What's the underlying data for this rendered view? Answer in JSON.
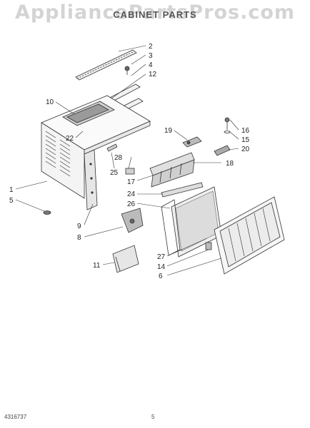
{
  "header": {
    "watermark": "AppliancePartsPros.com",
    "title": "CABINET PARTS",
    "subtitle": ""
  },
  "callouts": [
    {
      "id": "callout-2",
      "label": "2"
    },
    {
      "id": "callout-3",
      "label": "3"
    },
    {
      "id": "callout-4",
      "label": "4"
    },
    {
      "id": "callout-12",
      "label": "12"
    },
    {
      "id": "callout-10",
      "label": "10"
    },
    {
      "id": "callout-22",
      "label": "22"
    },
    {
      "id": "callout-19",
      "label": "19"
    },
    {
      "id": "callout-16",
      "label": "16"
    },
    {
      "id": "callout-15",
      "label": "15"
    },
    {
      "id": "callout-20",
      "label": "20"
    },
    {
      "id": "callout-28",
      "label": "28"
    },
    {
      "id": "callout-25",
      "label": "25"
    },
    {
      "id": "callout-18",
      "label": "18"
    },
    {
      "id": "callout-17",
      "label": "17"
    },
    {
      "id": "callout-24",
      "label": "24"
    },
    {
      "id": "callout-26",
      "label": "26"
    },
    {
      "id": "callout-1",
      "label": "1"
    },
    {
      "id": "callout-5",
      "label": "5"
    },
    {
      "id": "callout-9",
      "label": "9"
    },
    {
      "id": "callout-8",
      "label": "8"
    },
    {
      "id": "callout-11",
      "label": "11"
    },
    {
      "id": "callout-27",
      "label": "27"
    },
    {
      "id": "callout-14",
      "label": "14"
    },
    {
      "id": "callout-6",
      "label": "6"
    }
  ],
  "footer": {
    "part_number": "4316737",
    "page_number": "5"
  },
  "colors": {
    "line": "#333333",
    "watermark": "#d4d4d4"
  }
}
